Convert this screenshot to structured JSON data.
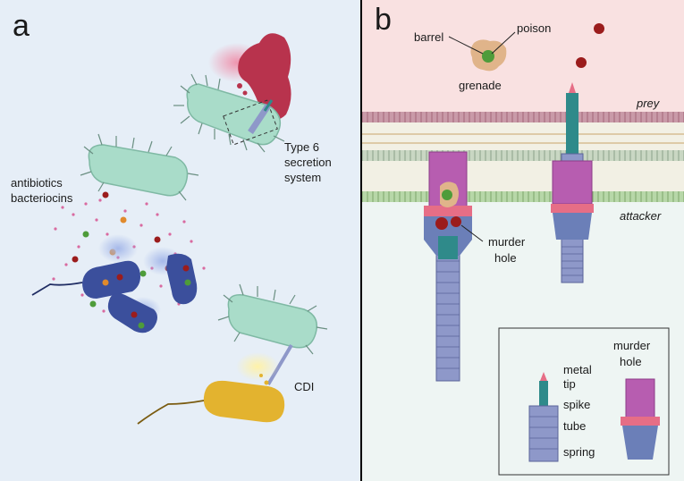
{
  "panel_a": {
    "letter": "a",
    "t6ss_line1": "Type 6",
    "t6ss_line2": "secretion",
    "t6ss_line3": "system",
    "antibiotics": "antibiotics",
    "bacteriocins": "bacteriocins",
    "cdi": "CDI"
  },
  "panel_b": {
    "letter": "b",
    "barrel": "barrel",
    "poison": "poison",
    "grenade": "grenade",
    "prey": "prey",
    "attacker": "attacker",
    "murder_line1": "murder",
    "murder_line2": "hole"
  },
  "legend": {
    "metal": "metal",
    "tip": "tip",
    "spike": "spike",
    "tube": "tube",
    "spring": "spring",
    "murder_line1": "murder",
    "murder_line2": "hole"
  },
  "colors": {
    "panel_a_bg": "#e6eef7",
    "prey_bg": "#f9e1e1",
    "attacker_bg": "#eef5f3",
    "green_bacterium": "#a9dcc9",
    "blue_bacterium": "#3b4f9c",
    "yellow_bacterium": "#e3b32f",
    "red_bacterium": "#b8334d",
    "tube": "#8e98c9",
    "sheath": "#b75db0",
    "spike": "#2f8a8a",
    "poison": "#9b1c1c"
  }
}
